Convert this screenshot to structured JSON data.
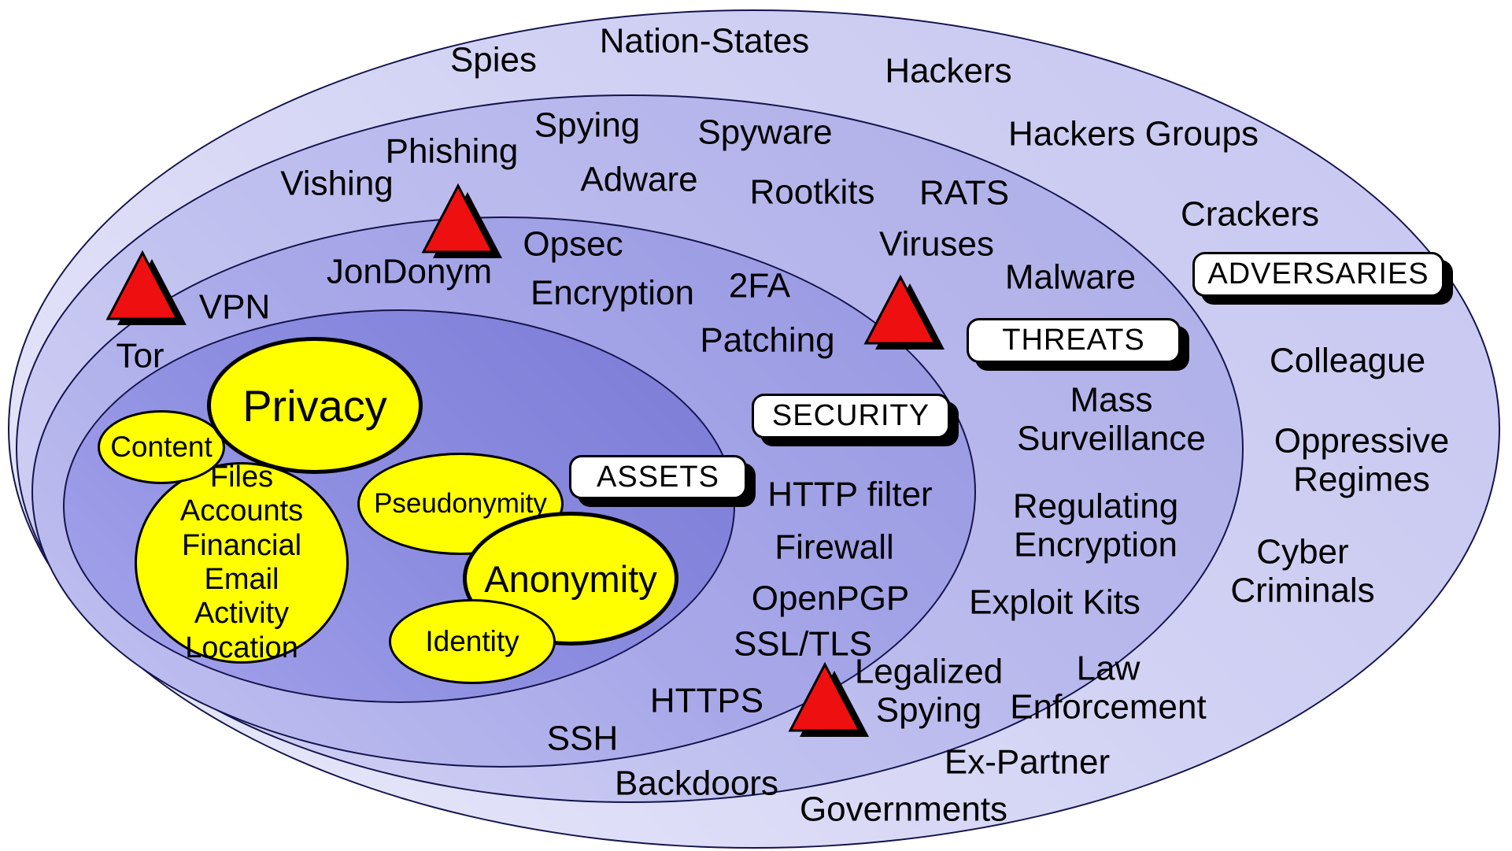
{
  "diagram": {
    "rings": {
      "adversaries": {
        "label": "ADVERSARIES",
        "items": {
          "spies": "Spies",
          "nation_states": "Nation-States",
          "hackers": "Hackers",
          "hackers_groups": "Hackers Groups",
          "crackers": "Crackers",
          "colleague": "Colleague",
          "oppressive_regimes": "Oppressive\nRegimes",
          "cyber_criminals": "Cyber\nCriminals",
          "law_enforcement": "Law\nEnforcement",
          "ex_partner": "Ex-Partner",
          "governments": "Governments"
        }
      },
      "threats": {
        "label": "THREATS",
        "items": {
          "vishing": "Vishing",
          "phishing": "Phishing",
          "spying": "Spying",
          "spyware": "Spyware",
          "adware": "Adware",
          "rootkits": "Rootkits",
          "rats": "RATS",
          "viruses": "Viruses",
          "malware": "Malware",
          "mass_surveillance": "Mass\nSurveillance",
          "regulating_encryption": "Regulating\nEncryption",
          "exploit_kits": "Exploit Kits",
          "legalized_spying": "Legalized\nSpying",
          "backdoors": "Backdoors"
        }
      },
      "security": {
        "label": "SECURITY",
        "items": {
          "tor": "Tor",
          "vpn": "VPN",
          "jondonym": "JonDonym",
          "opsec": "Opsec",
          "encryption": "Encryption",
          "twofa": "2FA",
          "patching": "Patching",
          "http_filter": "HTTP filter",
          "firewall": "Firewall",
          "openpgp": "OpenPGP",
          "ssl_tls": "SSL/TLS",
          "https": "HTTPS",
          "ssh": "SSH"
        }
      },
      "assets": {
        "label": "ASSETS",
        "bubbles": {
          "privacy": "Privacy",
          "content": "Content",
          "data_items": "Files\nAccounts\nFinancial\nEmail\nActivity\nLocation",
          "pseudonymity": "Pseudonymity",
          "anonymity": "Anonymity",
          "identity": "Identity"
        }
      }
    },
    "markers": {
      "type": "warning-triangle",
      "count": 4,
      "fill": "#ee1010"
    },
    "colors": {
      "ring_adversaries": "#cdcdf2",
      "ring_threats": "#b6b6ec",
      "ring_security": "#a2a2e6",
      "ring_assets": "#8585dc",
      "bubble_fill": "#ffff00",
      "outline": "#14144d",
      "label_box_fill": "#ffffff",
      "shadow": "#000000",
      "text": "#000000",
      "background": "#ffffff"
    }
  }
}
